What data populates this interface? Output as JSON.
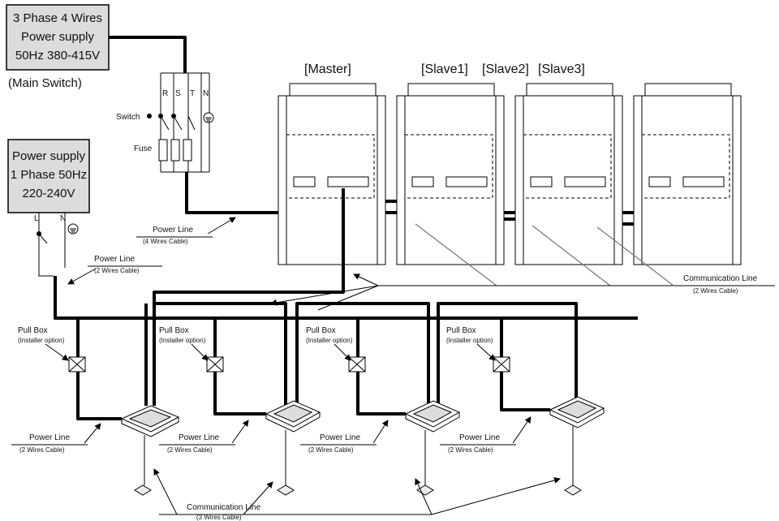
{
  "power_3ph": {
    "line1": "3 Phase 4 Wires",
    "line2": "Power supply",
    "line3": "50Hz 380-415V",
    "main_switch": "(Main Switch)"
  },
  "power_1ph": {
    "line1": "Power supply",
    "line2": "1 Phase 50Hz",
    "line3": "220-240V"
  },
  "terminals": {
    "r": "R",
    "s": "S",
    "t": "T",
    "n": "N",
    "l": "L",
    "n2": "N"
  },
  "switch_label": "Switch",
  "fuse_label": "Fuse",
  "outdoor_labels": {
    "master": "[Master]",
    "slave1": "[Slave1]",
    "slave2": "[Slave2]",
    "slave3": "[Slave3]"
  },
  "cable_labels": {
    "power_4w_title": "Power Line",
    "power_4w_sub": "(4 Wires Cable)",
    "power_2w_title": "Power Line",
    "power_2w_sub": "(2 Wires Cable)",
    "comm_2w_title": "Communication Line",
    "comm_2w_sub": "(2 Wires Cable)",
    "comm_3w_title": "Communication Line",
    "comm_3w_sub": "(3 Wires Cable)"
  },
  "pull_boxes": [
    {
      "title": "Pull Box",
      "sub": "(Installer option)"
    },
    {
      "title": "Pull Box",
      "sub": "(Installer option)"
    },
    {
      "title": "Pull Box",
      "sub": "(Installer option)"
    },
    {
      "title": "Pull Box",
      "sub": "(Installer option)"
    }
  ],
  "indoor_power_labels": [
    {
      "title": "Power Line",
      "sub": "(2 Wires Cable)"
    },
    {
      "title": "Power Line",
      "sub": "(2 Wires Cable)"
    },
    {
      "title": "Power Line",
      "sub": "(2 Wires Cable)"
    },
    {
      "title": "Power Line",
      "sub": "(2 Wires Cable)"
    }
  ],
  "colors": {
    "box_fill": "#dcdcdc",
    "line": "#000000",
    "leader": "#777777"
  }
}
